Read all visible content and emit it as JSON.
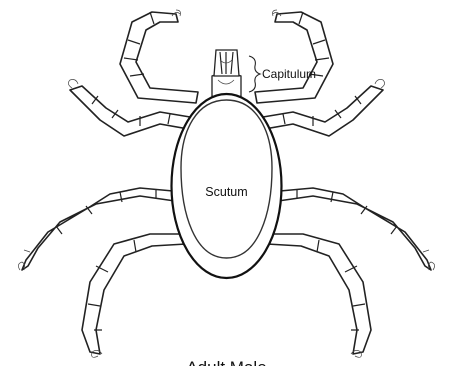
{
  "diagram": {
    "labels": {
      "capitulum": "Capitulum",
      "scutum": "Scutum",
      "title": "Adult Male"
    }
  }
}
